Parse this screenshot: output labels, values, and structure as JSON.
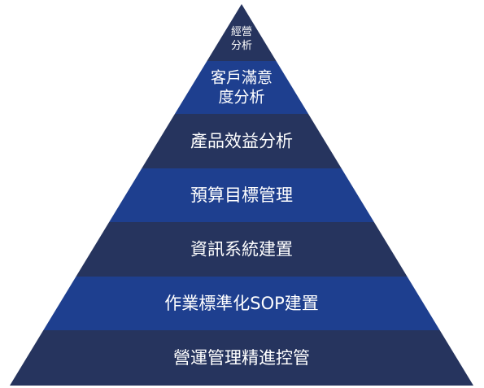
{
  "diagram": {
    "colors": {
      "dark": "#26345e",
      "blue": "#1e3f8f",
      "text": "#ffffff"
    },
    "levels": [
      {
        "lines": [
          "經營",
          "分析"
        ],
        "shade": "dark"
      },
      {
        "lines": [
          "客戶滿意",
          "度分析"
        ],
        "shade": "blue"
      },
      {
        "lines": [
          "產品效益分析"
        ],
        "shade": "dark"
      },
      {
        "lines": [
          "預算目標管理"
        ],
        "shade": "blue"
      },
      {
        "lines": [
          "資訊系統建置"
        ],
        "shade": "dark"
      },
      {
        "lines": [
          "作業標準化SOP建置"
        ],
        "shade": "blue"
      },
      {
        "lines": [
          "營運管理精進控管"
        ],
        "shade": "dark"
      }
    ]
  }
}
